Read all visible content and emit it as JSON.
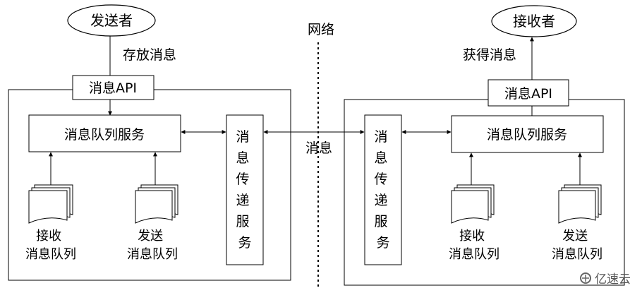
{
  "left": {
    "sender": "发送者",
    "store_label": "存放消息",
    "api": "消息API",
    "queue_service": "消息队列服务",
    "transport_service": "消息传递服务",
    "receive_queue": [
      "接收",
      "消息队列"
    ],
    "send_queue": [
      "发送",
      "消息队列"
    ]
  },
  "network": "网络",
  "message_label": "消息",
  "right": {
    "receiver": "接收者",
    "get_label": "获得消息",
    "api": "消息API",
    "queue_service": "消息队列服务",
    "transport_service": "消息传递服务",
    "receive_queue": [
      "接收",
      "消息队列"
    ],
    "send_queue": [
      "发送",
      "消息队列"
    ]
  },
  "watermark": {
    "text": "亿速云",
    "icon": "yisu-cloud-logo-icon"
  }
}
